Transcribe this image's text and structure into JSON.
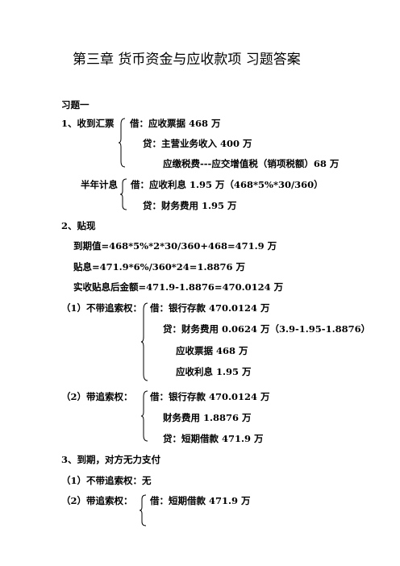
{
  "title": "第三章  货币资金与应收款项    习题答案",
  "exercise": "习题一",
  "s1": {
    "heading": "1、收到汇票",
    "l1": "借：应收票据    468 万",
    "l2": "贷：主营业务收入    400 万",
    "l3": "应缴税费---应交增值税（销项税额）68 万",
    "half_label": "半年计息",
    "l4": "借：应收利息    1.95 万（468*5%*30/360）",
    "l5": "贷：财务费用    1.95 万"
  },
  "s2": {
    "heading": "2、贴现",
    "maturity": "到期值=468*5%*2*30/360+468=471.9 万",
    "discount": "贴息=471.9*6%/360*24=1.8876 万",
    "net": "实收贴息后金额=471.9-1.8876=470.0124 万",
    "c1_label": "（1）不带追索权：",
    "c1_l1": "借：银行存款    470.0124 万",
    "c1_l2": "贷：财务费用    0.0624 万（3.9-1.95-1.8876）",
    "c1_l3": "应收票据    468 万",
    "c1_l4": "应收利息    1.95 万",
    "c2_label": "（2）带追索权：",
    "c2_l1": "借：银行存款    470.0124 万",
    "c2_l2": "财务费用    1.8876 万",
    "c2_l3": "贷：短期借款    471.9 万"
  },
  "s3": {
    "heading": "3、到期，对方无力支付",
    "c1": "（1）不带追索权：无",
    "c2_label": "（2）带追索权：",
    "c2_l1": "借：短期借款    471.9 万"
  }
}
